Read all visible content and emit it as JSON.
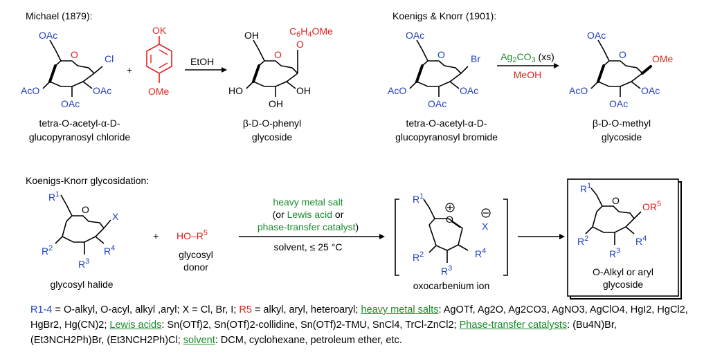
{
  "michael": {
    "header": "Michael (1879):",
    "reactant_name_1": "tetra-O-acetyl-α-D-",
    "reactant_name_2": "glucopyranosyl chloride",
    "plus": "+",
    "phenol_top": "OK",
    "phenol_bottom": "OMe",
    "reagent": "EtOH",
    "product_name_1": "β-D-O-phenyl",
    "product_name_2": "glycoside",
    "product_substituent": "C6H4OMe"
  },
  "koenigs_knorr_1901": {
    "header": "Koenigs & Knorr (1901):",
    "reactant_name_1": "tetra-O-acetyl-α-D-",
    "reactant_name_2": "glucopyranosyl bromide",
    "reagent_top": "Ag2CO3 (xs)",
    "reagent_bottom": "MeOH",
    "product_name_1": "β-D-O-methyl",
    "product_name_2": "glycoside"
  },
  "general": {
    "header": "Koenigs-Knorr glycosidation:",
    "halide_label": "glycosyl halide",
    "donor_formula": "HO–R5",
    "donor_label_1": "glycosyl",
    "donor_label_2": "donor",
    "cond_1": "heavy metal salt",
    "cond_2": "(or Lewis acid or",
    "cond_3": "phase-transfer catalyst)",
    "cond_4": "solvent, ≤ 25 °C",
    "intermediate_label": "oxocarbenium ion",
    "product_label_1": "O-Alkyl or aryl",
    "product_label_2": "glycoside"
  },
  "footer": {
    "r14": "R1-4",
    "r14_def": " = O-alkyl, O-acyl, alkyl ,aryl; X = Cl, Br, I; ",
    "r5": "R5",
    "r5_def": " = alkyl, aryl, heteroaryl; ",
    "heavy_label": "heavy metal salts",
    "heavy_list": ": AgOTf, Ag2O, Ag2CO3, AgNO3, AgClO4, HgI2, HgCl2, HgBr2, Hg(CN)2; ",
    "lewis_label": "Lewis acids",
    "lewis_list": ": Sn(OTf)2, Sn(OTf)2-collidine, Sn(OTf)2-TMU, SnCl4, TrCl-ZnCl2; ",
    "ptc_label": "Phase-transfer catalysts",
    "ptc_list": ": (Bu4N)Br, (Et3NCH2Ph)Br, (Et3NCH2Ph)Cl; ",
    "solvent_label": "solvent",
    "solvent_list": ": DCM, cyclohexane, petroleum ether, etc."
  },
  "colors": {
    "blue": "#1f3fbf",
    "red": "#e0201e",
    "green": "#1a8a2a"
  }
}
